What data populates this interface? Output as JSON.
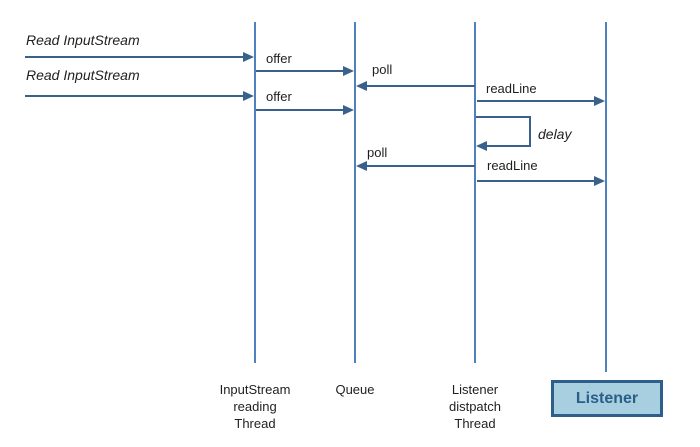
{
  "colors": {
    "lifeline": "#4f81bd",
    "arrow": "#38618c",
    "label_text": "#1f1f1f",
    "listener_box_fill": "#a7cfdf",
    "listener_box_border": "#2e5e8c",
    "listener_box_text": "#2a5d87"
  },
  "participants": [
    {
      "id": "inputstream-reading-thread",
      "label_lines": [
        "InputStream",
        "reading",
        "Thread"
      ]
    },
    {
      "id": "queue",
      "label_lines": [
        "Queue"
      ]
    },
    {
      "id": "listener-dispatch-thread",
      "label_lines": [
        "Listener",
        "distpatch",
        "Thread"
      ]
    },
    {
      "id": "listener",
      "label": "Listener"
    }
  ],
  "messages": [
    {
      "label": "Read InputStream",
      "from": "external",
      "to": "inputstream-reading-thread",
      "style": "italic"
    },
    {
      "label": "offer",
      "from": "inputstream-reading-thread",
      "to": "queue"
    },
    {
      "label": "Read InputStream",
      "from": "external",
      "to": "inputstream-reading-thread",
      "style": "italic"
    },
    {
      "label": "poll",
      "from": "listener-dispatch-thread",
      "to": "queue"
    },
    {
      "label": "readLine",
      "from": "listener-dispatch-thread",
      "to": "listener"
    },
    {
      "label": "offer",
      "from": "inputstream-reading-thread",
      "to": "queue"
    },
    {
      "label": "delay",
      "from": "listener-dispatch-thread",
      "to": "listener-dispatch-thread",
      "type": "self",
      "style": "italic"
    },
    {
      "label": "poll",
      "from": "listener-dispatch-thread",
      "to": "queue"
    },
    {
      "label": "readLine",
      "from": "listener-dispatch-thread",
      "to": "listener"
    }
  ]
}
